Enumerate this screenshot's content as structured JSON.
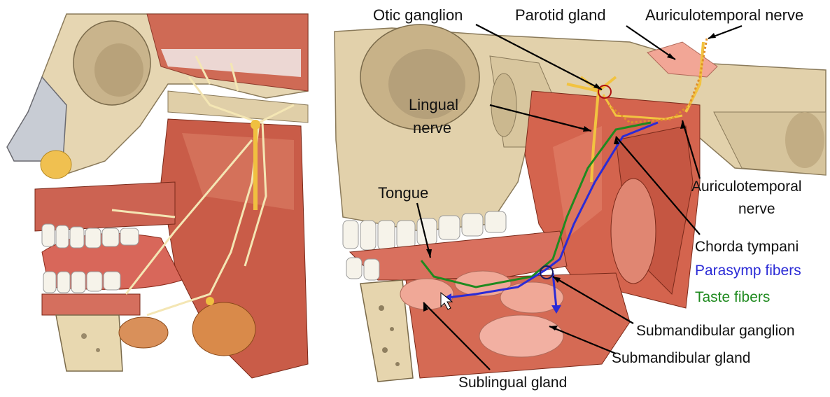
{
  "labels": {
    "otic_ganglion": "Otic ganglion",
    "parotid_gland": "Parotid gland",
    "auriculotemporal_nerve_top": "Auriculotemporal nerve",
    "lingual_nerve_line1": "Lingual",
    "lingual_nerve_line2": "nerve",
    "tongue": "Tongue",
    "auriculotemporal_nerve_right_line1": "Auriculotemporal",
    "auriculotemporal_nerve_right_line2": "nerve",
    "sublingual_gland": "Sublingual gland",
    "submandibular_ganglion": "Submandibular ganglion",
    "submandibular_gland": "Submandibular gland"
  },
  "legend": {
    "chorda_tympani": "Chorda tympani",
    "parasymp_fibers": "Parasymp fibers",
    "taste_fibers": "Taste fibers"
  },
  "colors": {
    "parasymp_fibers": "#2b2bd6",
    "taste_fibers": "#1f8a1f",
    "nerve": "#f2c340",
    "chorda_tympani": "#e0902a",
    "bone": "#e3d3b0",
    "muscle": "#d9705a",
    "gland": "#f2a99a"
  }
}
